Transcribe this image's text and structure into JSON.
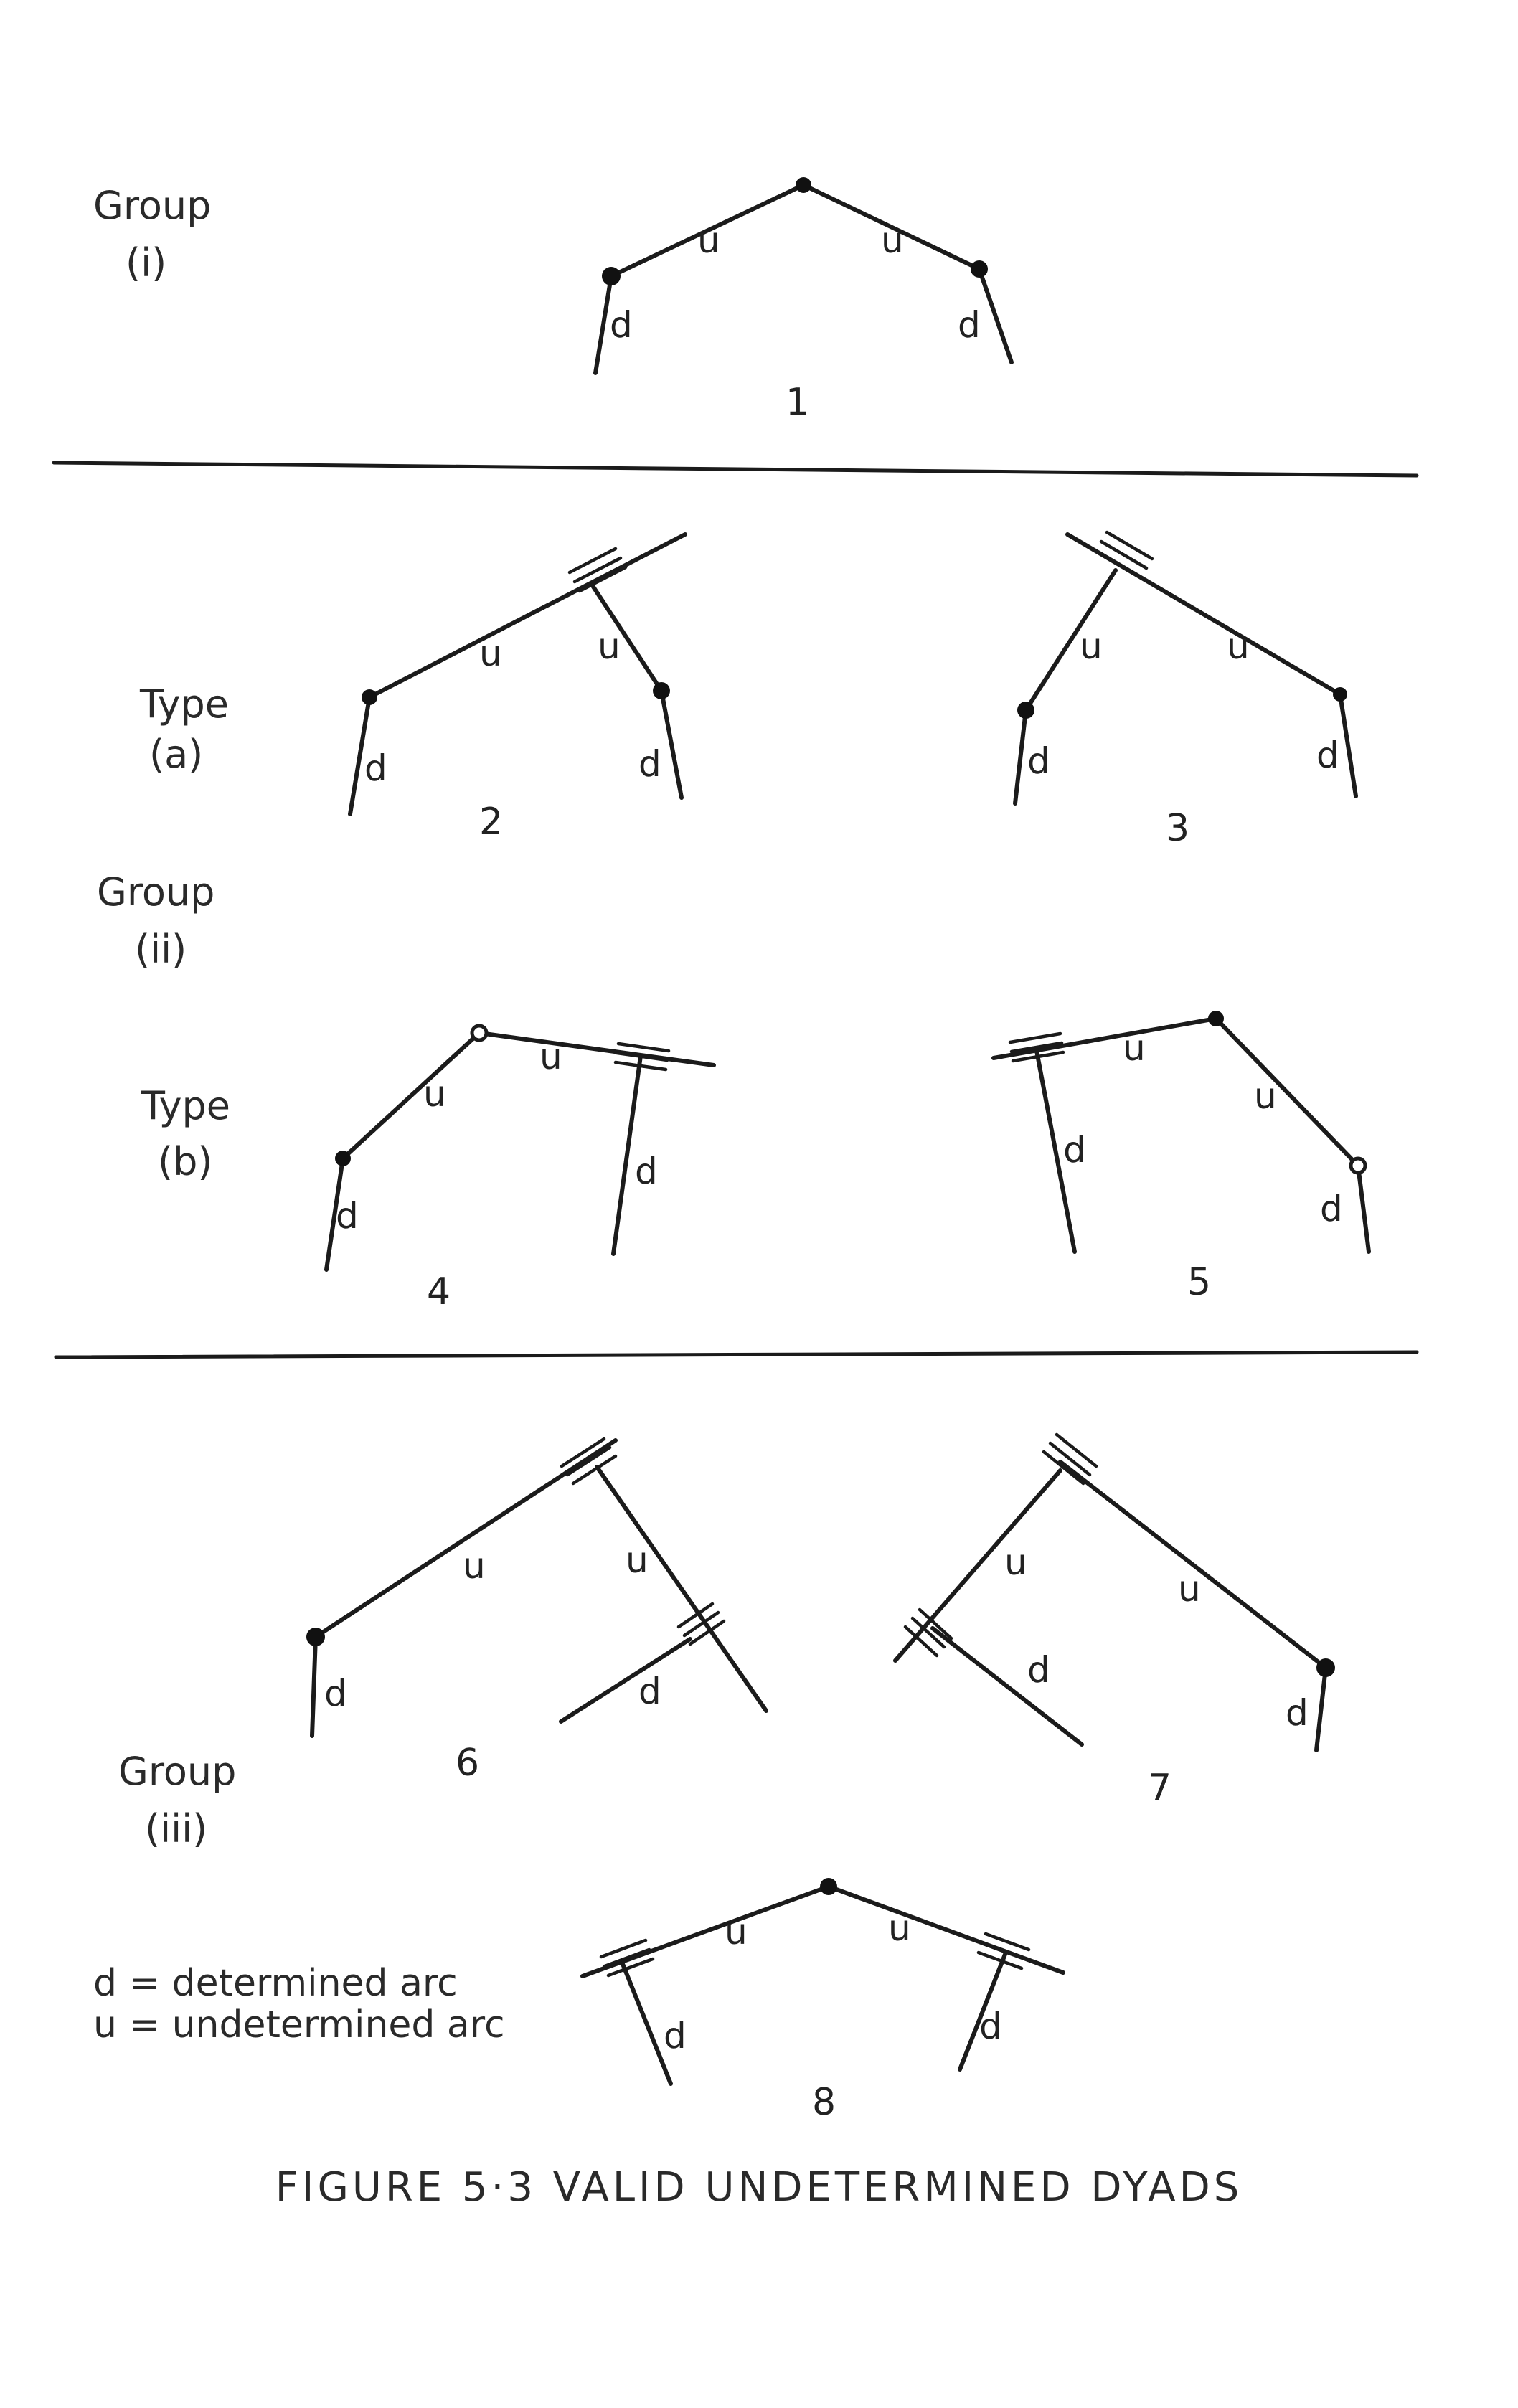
{
  "groups": {
    "group_i": {
      "title": "Group",
      "sub": "(i)"
    },
    "group_ii": {
      "title": "Group",
      "sub": "(ii)"
    },
    "group_iii": {
      "title": "Group",
      "sub": "(iii)"
    },
    "type_a": {
      "title": "Type",
      "sub": "(a)"
    },
    "type_b": {
      "title": "Type",
      "sub": "(b)"
    }
  },
  "arc_labels": {
    "determined": "d",
    "undetermined": "u"
  },
  "dyad_numbers": [
    "1",
    "2",
    "3",
    "4",
    "5",
    "6",
    "7",
    "8"
  ],
  "legend": {
    "determined": "d = determined arc",
    "undetermined": "u = undetermined arc"
  },
  "caption": "FIGURE 5·3 VALID UNDETERMINED DYADS"
}
